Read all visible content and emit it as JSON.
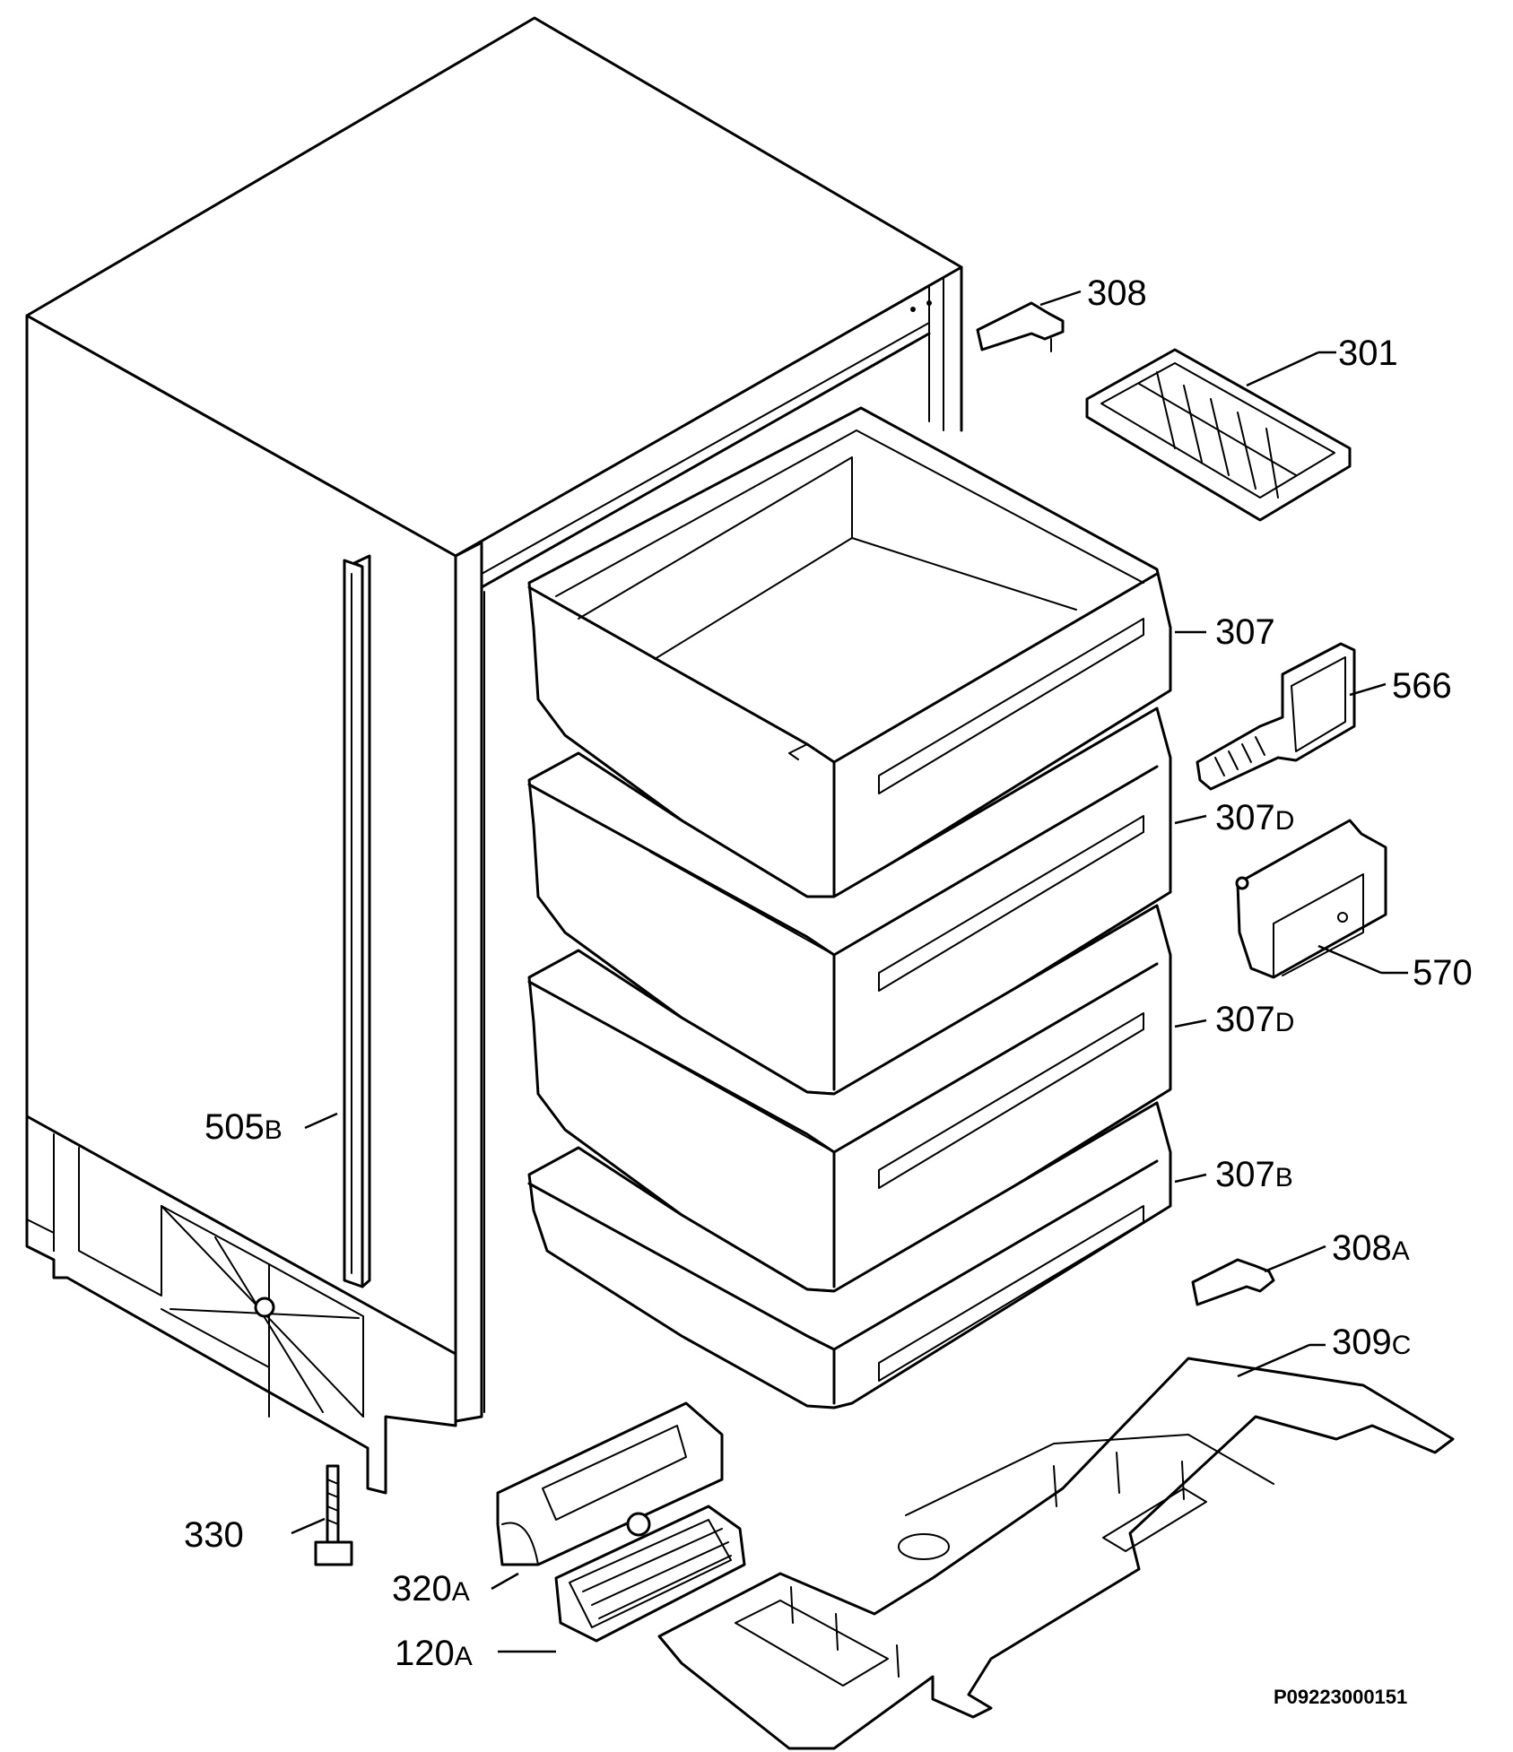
{
  "callouts": {
    "c308": {
      "num": "308",
      "suffix": ""
    },
    "c301": {
      "num": "301",
      "suffix": ""
    },
    "c307": {
      "num": "307",
      "suffix": ""
    },
    "c566": {
      "num": "566",
      "suffix": ""
    },
    "c307d1": {
      "num": "307",
      "suffix": "D"
    },
    "c570": {
      "num": "570",
      "suffix": ""
    },
    "c307d2": {
      "num": "307",
      "suffix": "D"
    },
    "c505b": {
      "num": "505",
      "suffix": "B"
    },
    "c307b": {
      "num": "307",
      "suffix": "B"
    },
    "c308a": {
      "num": "308",
      "suffix": "A"
    },
    "c309c": {
      "num": "309",
      "suffix": "C"
    },
    "c330": {
      "num": "330",
      "suffix": ""
    },
    "c320a": {
      "num": "320",
      "suffix": "A"
    },
    "c120a": {
      "num": "120",
      "suffix": "A"
    }
  },
  "drawing_code": "P09223000151"
}
